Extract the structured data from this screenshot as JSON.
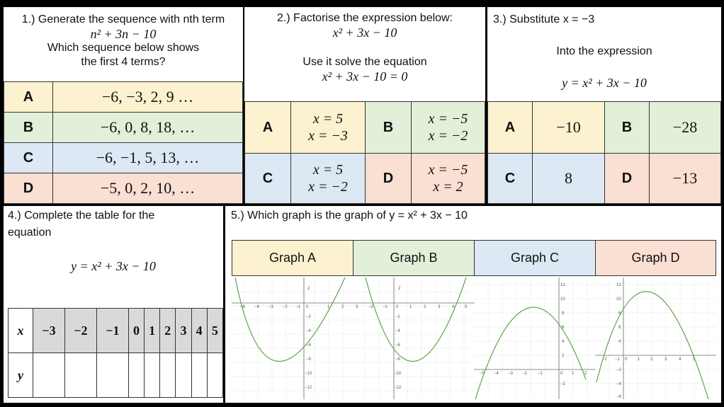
{
  "q1": {
    "title": "1.) Generate the sequence with nth term",
    "nth_term": "n² + 3n − 10",
    "question_line1": "Which sequence below shows",
    "question_line2": "the first 4 terms?",
    "options": [
      {
        "letter": "A",
        "value": "−6, −3, 2, 9 …"
      },
      {
        "letter": "B",
        "value": "−6, 0, 8, 18, …"
      },
      {
        "letter": "C",
        "value": "−6, −1, 5, 13, …"
      },
      {
        "letter": "D",
        "value": "−5, 0, 2, 10, …"
      }
    ]
  },
  "q2": {
    "title": "2.) Factorise the expression below:",
    "expression": "x² + 3x − 10",
    "instruction": "Use it solve the equation",
    "equation": "x² + 3x − 10 = 0",
    "options": [
      {
        "letter": "A",
        "value": "x = 5\nx = −3"
      },
      {
        "letter": "B",
        "value": "x = −5\nx = −2"
      },
      {
        "letter": "C",
        "value": "x = 5\nx = −2"
      },
      {
        "letter": "D",
        "value": "x = −5\nx = 2"
      }
    ]
  },
  "q3": {
    "title": "3.) Substitute x = −3",
    "instruction": "Into the expression",
    "expression": "y = x² + 3x − 10",
    "options": [
      {
        "letter": "A",
        "value": "−10"
      },
      {
        "letter": "B",
        "value": "−28"
      },
      {
        "letter": "C",
        "value": "8"
      },
      {
        "letter": "D",
        "value": "−13"
      }
    ]
  },
  "q4": {
    "title_line1": "4.) Complete the table for the",
    "title_line2": "equation",
    "equation": "y = x² + 3x − 10",
    "row_x_label": "x",
    "row_y_label": "y",
    "x_values": [
      "−3",
      "−2",
      "−1",
      "0",
      "1",
      "2",
      "3",
      "4",
      "5"
    ]
  },
  "q5": {
    "title": "5.) Which graph is the graph of y = x² + 3x − 10",
    "graph_labels": [
      "Graph A",
      "Graph B",
      "Graph C",
      "Graph D"
    ],
    "colors": {
      "a": "#fdf2cf",
      "b": "#e3f0d9",
      "c": "#dde8f5",
      "d": "#fadfd3",
      "curve": "#5aa548"
    }
  }
}
